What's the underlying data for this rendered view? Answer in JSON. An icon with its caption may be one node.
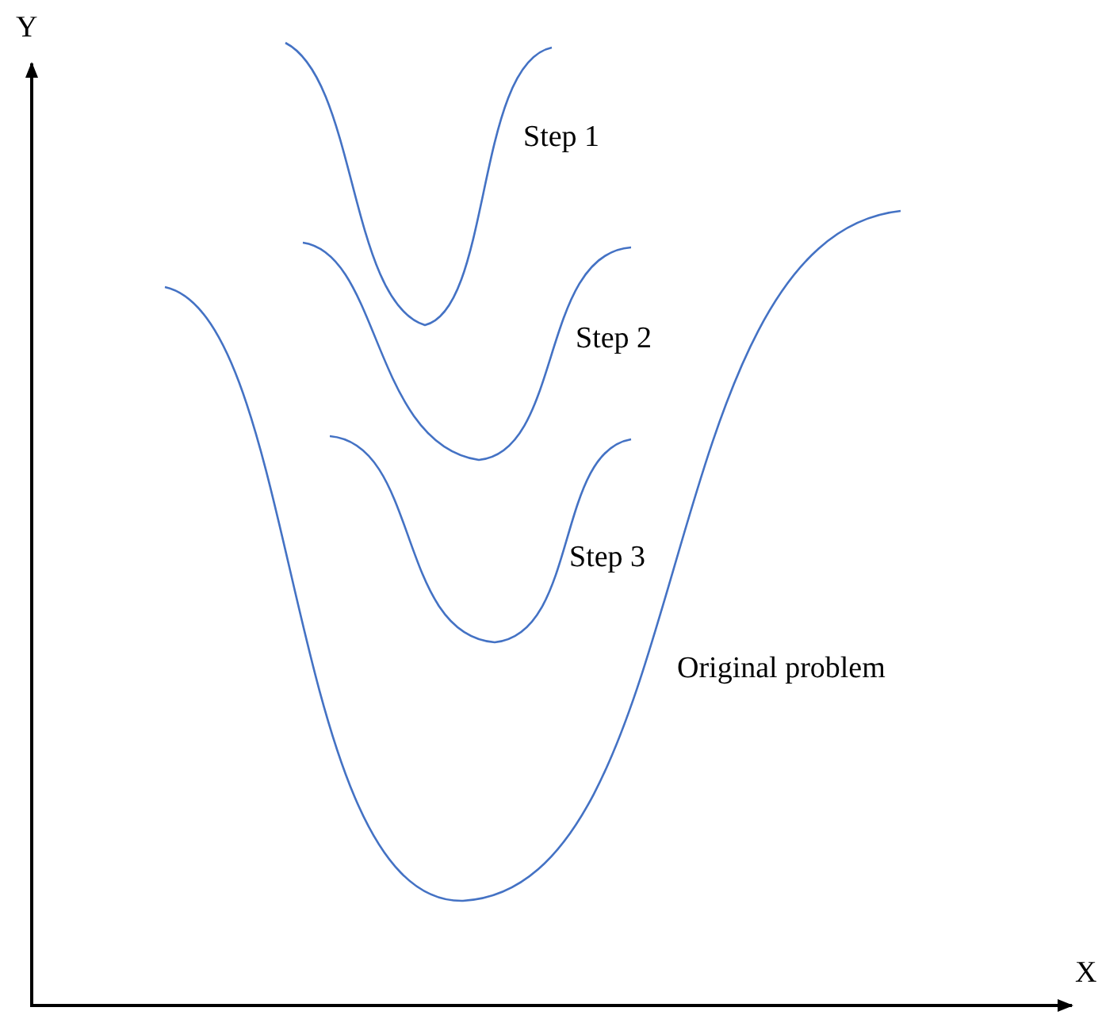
{
  "diagram": {
    "labels": [
      "Y",
      "Step 1",
      "Step 2",
      "Step 3",
      "Original problem",
      "X"
    ]
  }
}
